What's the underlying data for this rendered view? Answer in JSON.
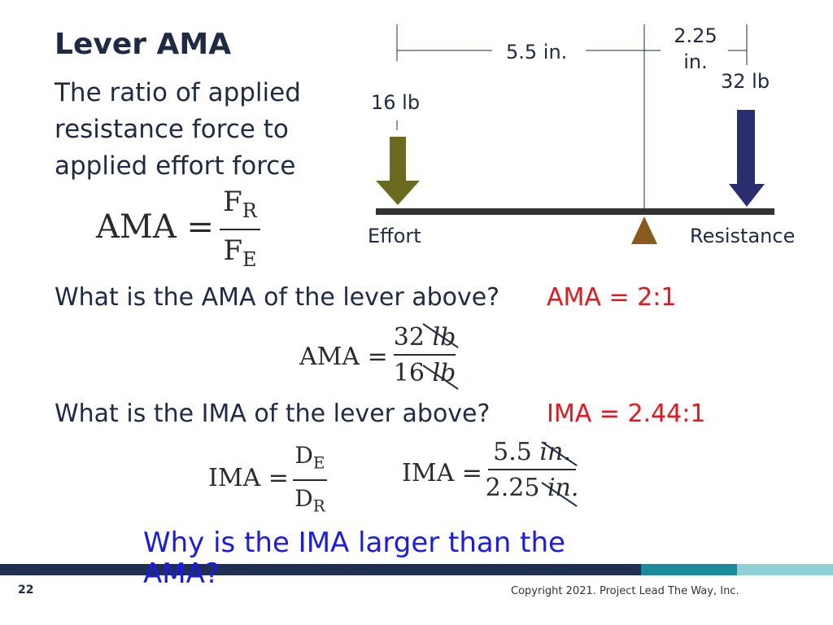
{
  "slide": {
    "title": "Lever AMA",
    "definition": "The ratio of applied resistance force to applied effort force",
    "ama_formula": {
      "lhs": "AMA =",
      "num": "F",
      "num_sub": "R",
      "den": "F",
      "den_sub": "E"
    },
    "question1": "What is the AMA of the lever above?",
    "answer1": "AMA = 2:1",
    "ama_calc": {
      "lhs": "AMA =",
      "num_value": "32",
      "num_unit": "lb",
      "den_value": "16",
      "den_unit": "lb"
    },
    "question2": "What is the IMA of the lever above?",
    "answer2": "IMA = 2.44:1",
    "ima_formula": {
      "lhs": "IMA =",
      "num": "D",
      "num_sub": "E",
      "den": "D",
      "den_sub": "R"
    },
    "ima_calc": {
      "lhs": "IMA =",
      "num_value": "5.5",
      "num_unit": "in.",
      "den_value": "2.25",
      "den_unit": "in."
    },
    "why_question": "Why is the IMA larger than the AMA?",
    "slide_number": "22",
    "copyright": "Copyright 2021. Project Lead The Way, Inc."
  },
  "diagram": {
    "effort_distance": "5.5 in.",
    "resistance_distance": "2.25 in.",
    "effort_force": "16 lb",
    "resistance_force": "32 lb",
    "effort_label": "Effort",
    "resistance_label": "Resistance"
  },
  "colors": {
    "title": "#1f2a44",
    "answer": "#e8161c",
    "why": "#1a1aee",
    "effort_arrow": "#6b6b1f",
    "resistance_arrow": "#2a2d6e",
    "fulcrum": "#8b5a1e",
    "footer_navy": "#1e2f52",
    "footer_teal": "#1b8a9a",
    "footer_light": "#8fcfd6"
  }
}
